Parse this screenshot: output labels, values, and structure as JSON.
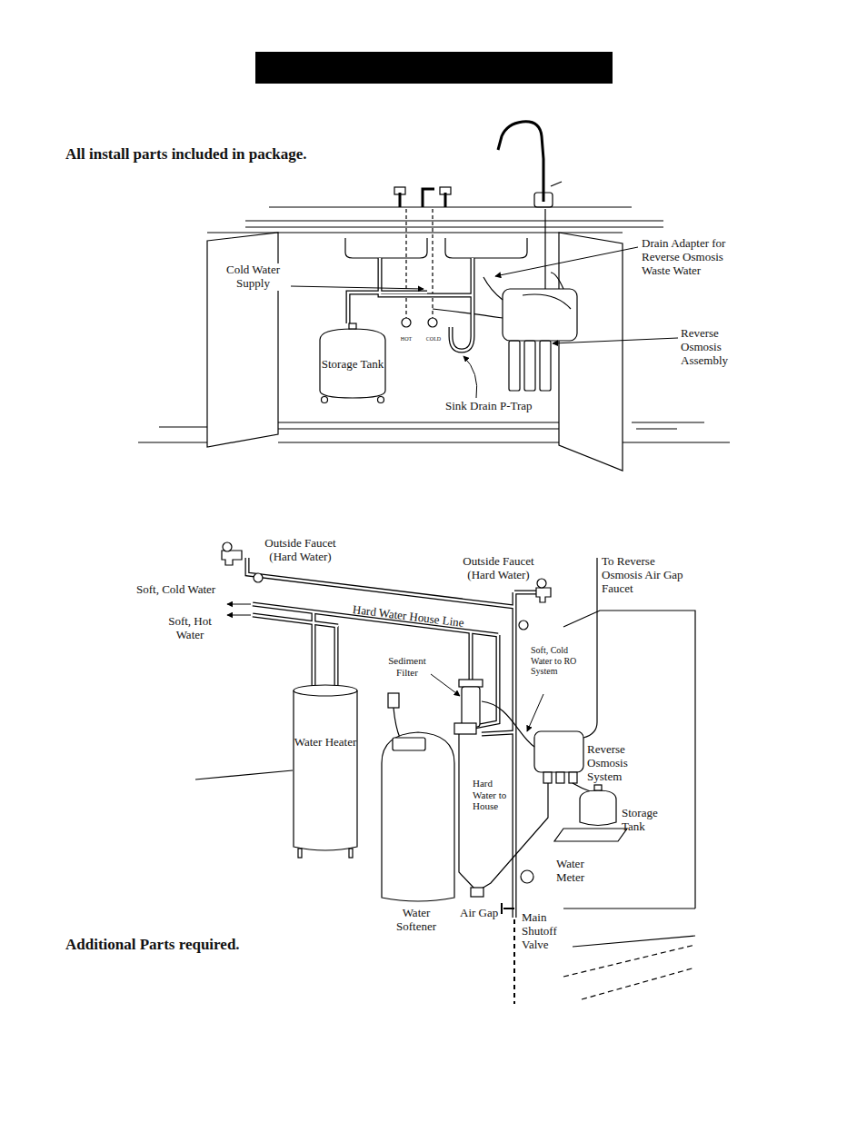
{
  "diagram": {
    "nodes": [
      {
        "text": [
          "Storage Tank"
        ]
      },
      {
        "text": [
          "Water Heater"
        ]
      }
    ],
    "labels": [
      "All install parts included in package.",
      "Cold Water Supply",
      "HOT",
      "COLD",
      "Drain Adapter for Reverse Osmosis Waste Water",
      "Reverse Osmosis Assembly",
      "Sink Drain P-Trap",
      "Outside Faucet (Hard Water)",
      "Outside Faucet (Hard Water)",
      "To Reverse Osmosis Air Gap Faucet",
      "Soft, Cold Water",
      "Soft, Hot Water",
      "Hard Water House Line",
      "Sediment Filter",
      "Soft, Cold Water to RO System",
      "Reverse Osmosis System",
      "Hard Water to House",
      "Storage Tank",
      "Water Meter",
      "Water Softener",
      "Air Gap",
      "Main Shutoff Valve",
      "Additional Parts required."
    ]
  }
}
